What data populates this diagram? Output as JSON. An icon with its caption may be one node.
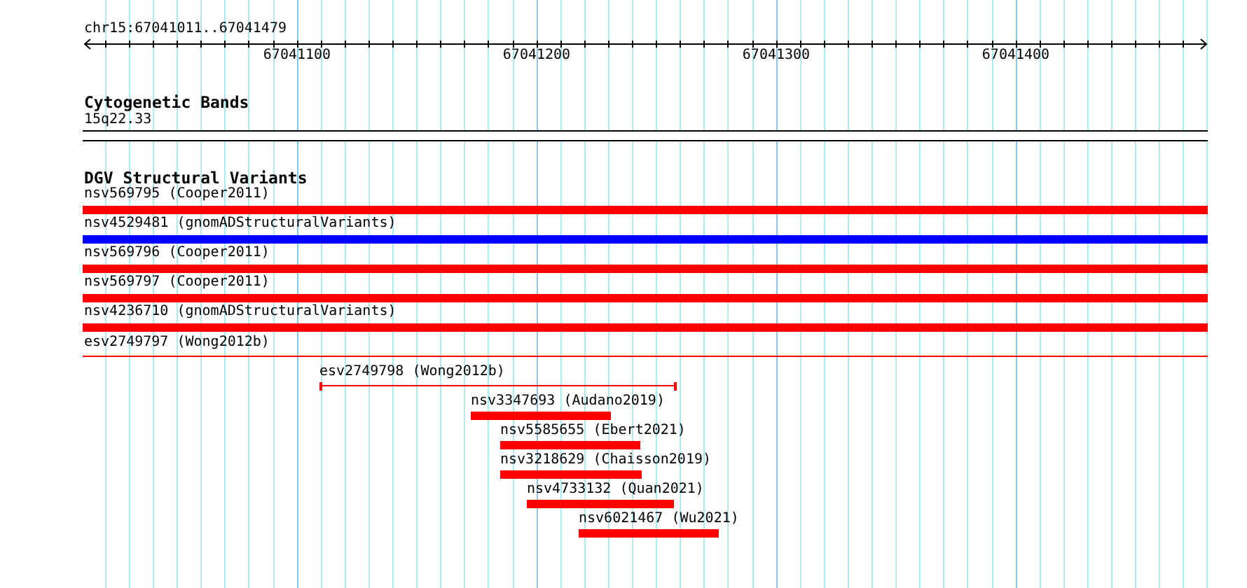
{
  "diagram": {
    "nodes": [
      {
        "text": [
          "15q22.33"
        ]
      },
      {
        "text": [
          "nsv569795 (Cooper2011)"
        ]
      },
      {
        "text": [
          "nsv4529481 (gnomADStructuralVariants)"
        ]
      },
      {
        "text": [
          "nsv569796 (Cooper2011)"
        ]
      },
      {
        "text": [
          "nsv569797 (Cooper2011)"
        ]
      },
      {
        "text": [
          "nsv4236710 (gnomADStructuralVariants)"
        ]
      },
      {
        "text": [
          "esv2749797 (Wong2012b)"
        ]
      },
      {
        "text": [
          "esv2749798 (Wong2012b)"
        ]
      },
      {
        "text": [
          "nsv3347693 (Audano2019)"
        ]
      },
      {
        "text": [
          "nsv5585655 (Ebert2021)"
        ]
      },
      {
        "text": [
          "nsv3218629 (Chaisson2019)"
        ]
      },
      {
        "text": [
          "nsv4733132 (Quan2021)"
        ]
      },
      {
        "text": [
          "nsv6021467 (Wu2021)"
        ]
      }
    ],
    "labels": [
      "chr15:67041011..67041479",
      "67041100",
      "67041200",
      "67041300",
      "67041400",
      "Cytogenetic Bands",
      "DGV Structural Variants"
    ]
  }
}
